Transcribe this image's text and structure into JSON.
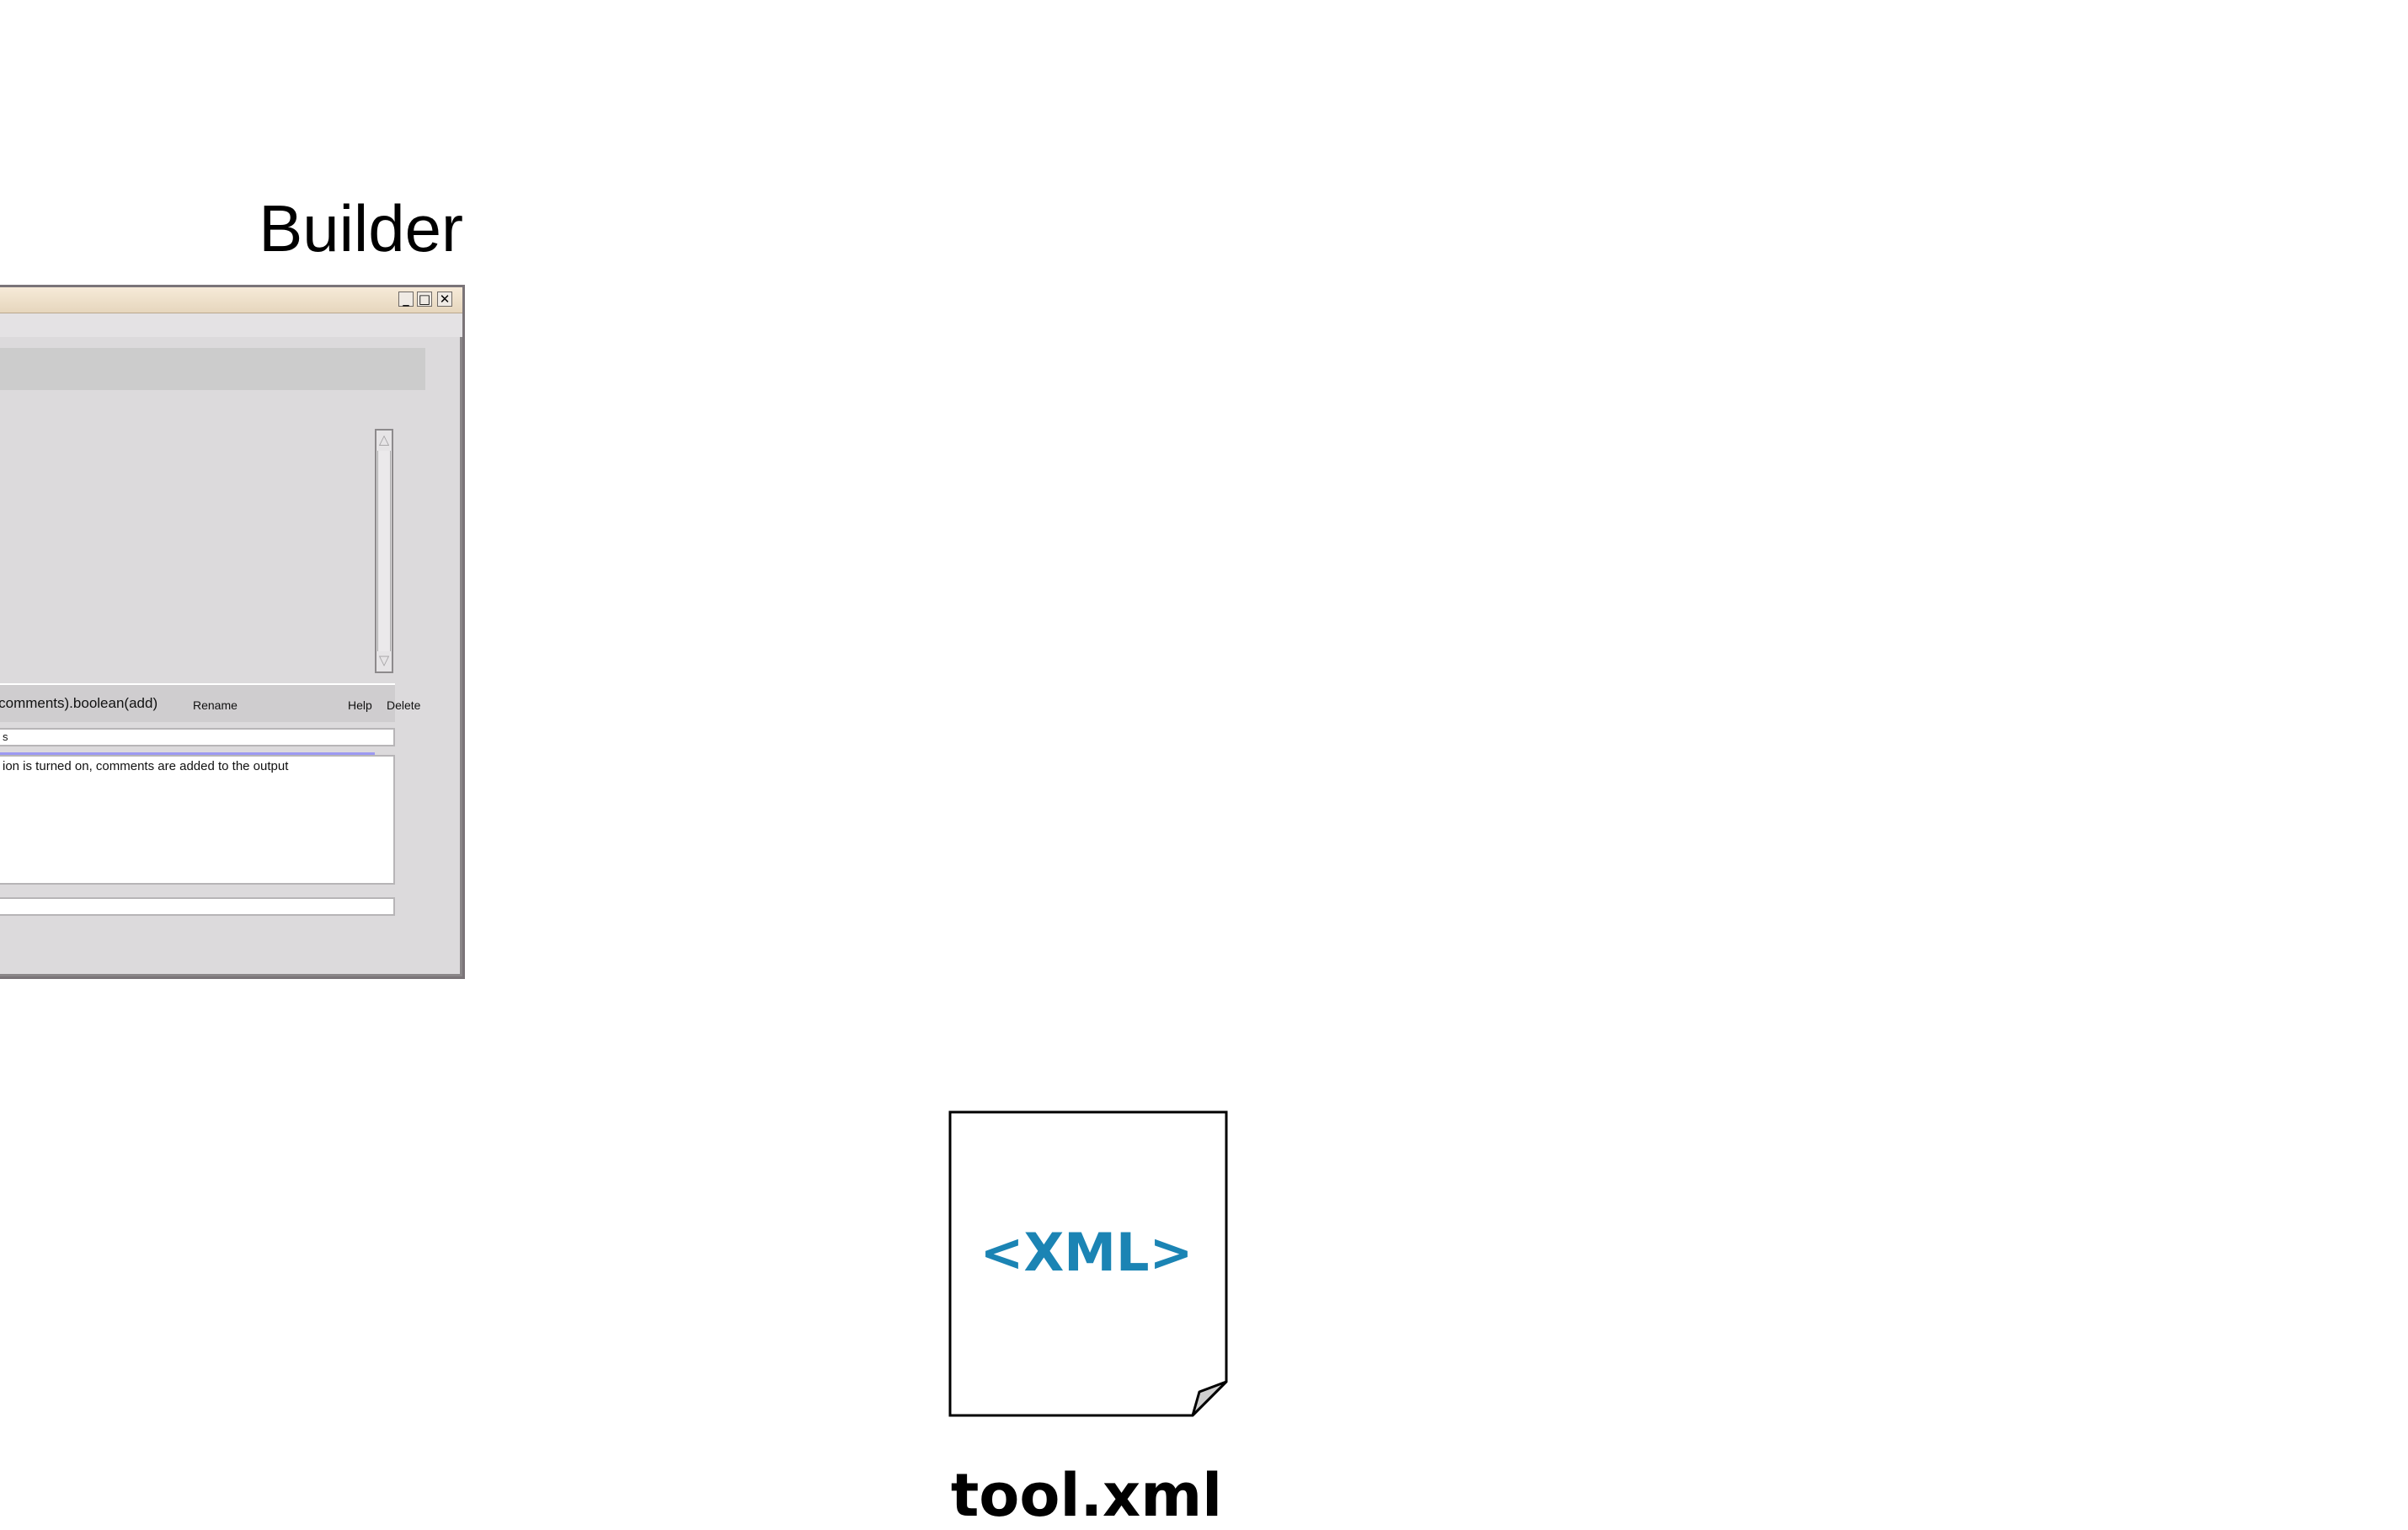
{
  "builder": {
    "title": "Builder"
  },
  "window": {
    "controls": {
      "minimize_glyph": "_",
      "maximize_glyph": "□",
      "close_glyph": "✕"
    },
    "property": {
      "path_text": "o(comments).boolean(add)",
      "rename_label": "Rename",
      "help_label": "Help",
      "delete_label": "Delete",
      "field_value": "s",
      "description": "ion is turned on, comments are added to the output"
    },
    "colors": {
      "selection": "#9c99f2",
      "titlebar": "#f6ead8",
      "panel": "#dcdadc"
    }
  },
  "xml_file": {
    "badge": "<XML>",
    "badge_color": "#1b84b4",
    "name": "tool.xml"
  }
}
